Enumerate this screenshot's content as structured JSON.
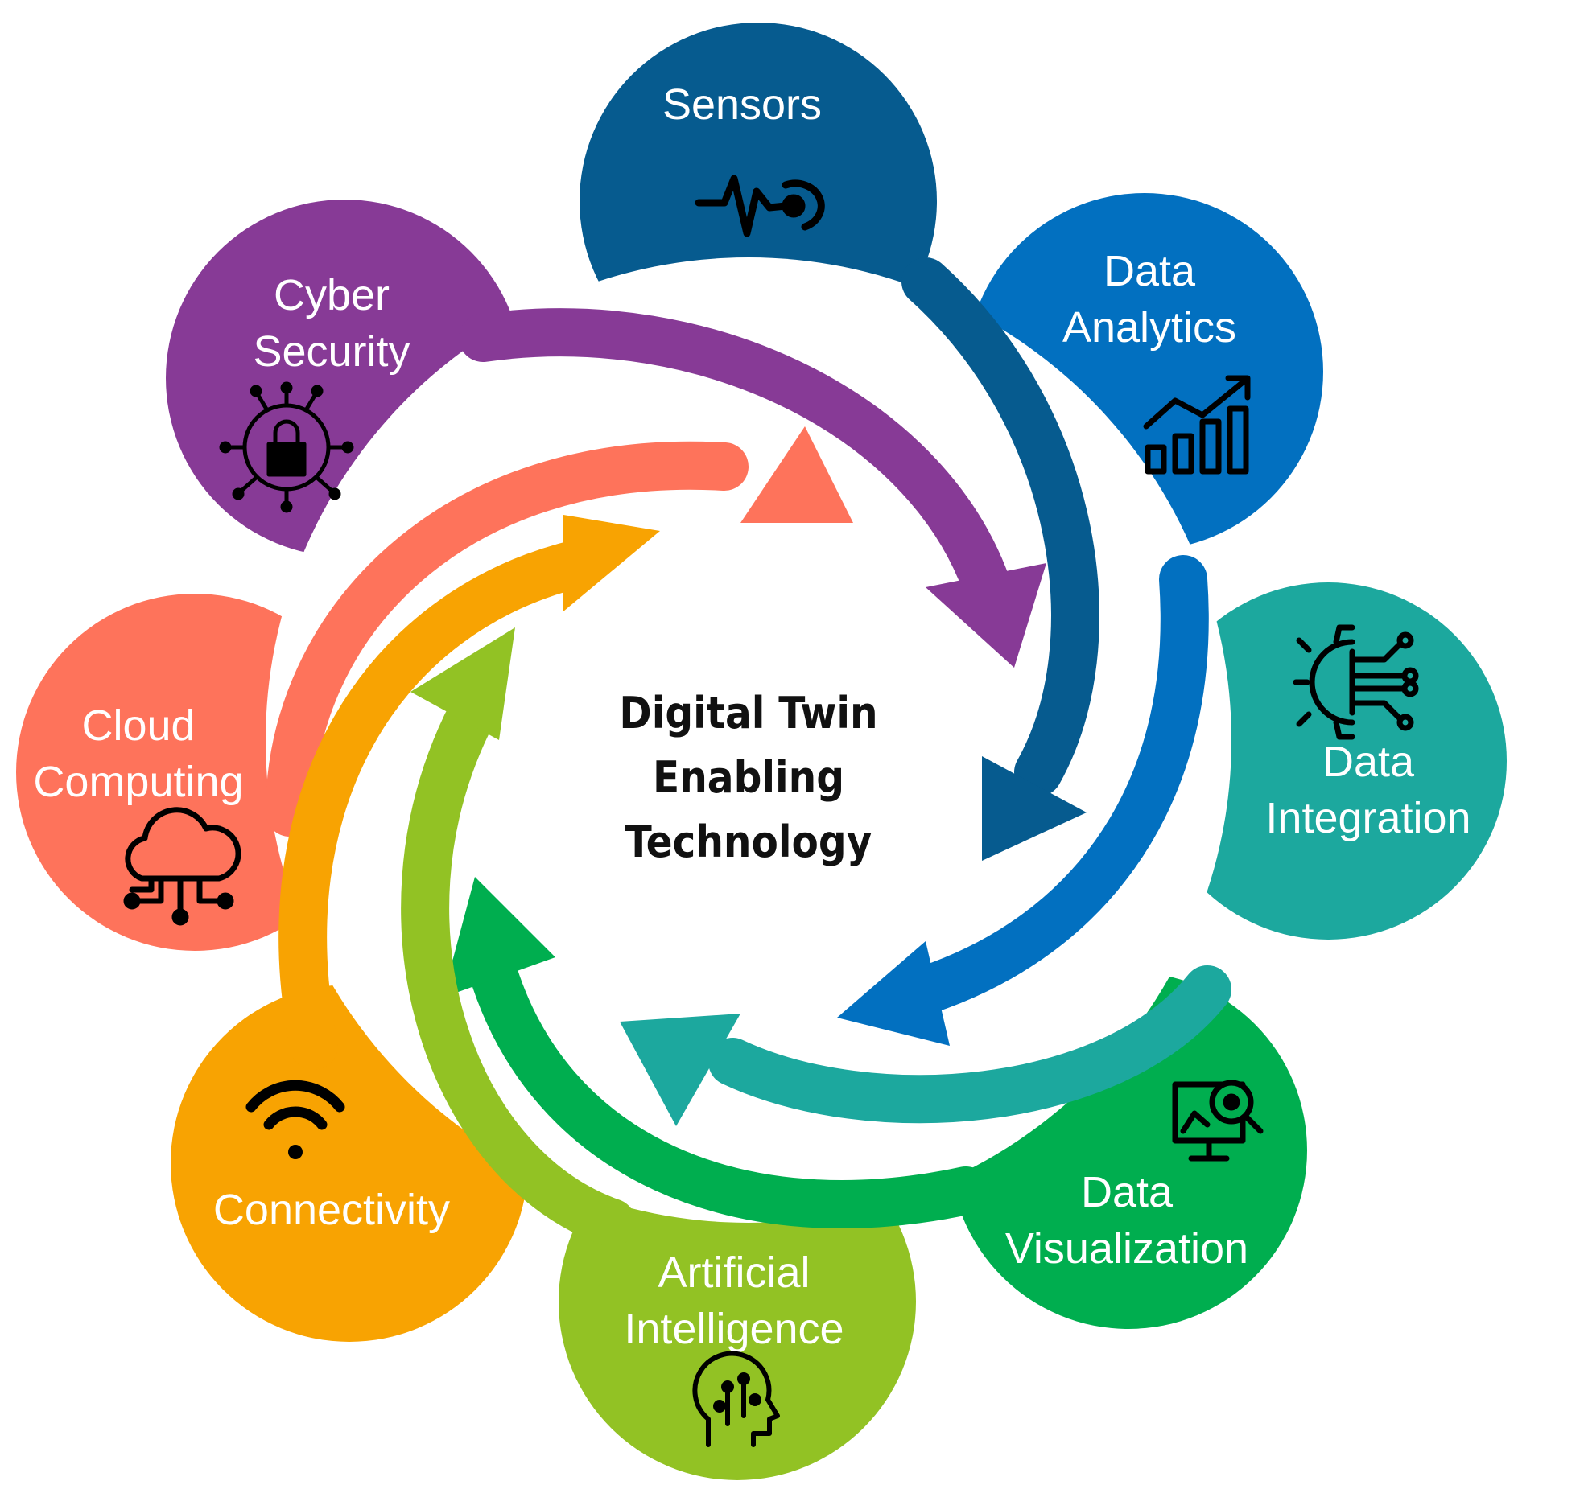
{
  "center": {
    "line1": "Digital Twin",
    "line2": "Enabling",
    "line3": "Technology"
  },
  "nodes": [
    {
      "key": "sensors",
      "line1": "Sensors",
      "line2": "",
      "color": "#065b8f",
      "icon": "pulse-sensor-icon"
    },
    {
      "key": "analytics",
      "line1": "Data",
      "line2": "Analytics",
      "color": "#0270c0",
      "icon": "growth-bar-chart-icon"
    },
    {
      "key": "integration",
      "line1": "Data",
      "line2": "Integration",
      "color": "#1ca89e",
      "icon": "gear-circuit-icon"
    },
    {
      "key": "visualization",
      "line1": "Data",
      "line2": "Visualization",
      "color": "#00ae4f",
      "icon": "monitor-magnifier-icon"
    },
    {
      "key": "ai",
      "line1": "Artificial",
      "line2": "Intelligence",
      "color": "#92c224",
      "icon": "brain-head-icon"
    },
    {
      "key": "connectivity",
      "line1": "Connectivity",
      "line2": "",
      "color": "#f8a302",
      "icon": "wifi-icon"
    },
    {
      "key": "cloud",
      "line1": "Cloud",
      "line2": "Computing",
      "color": "#fe735b",
      "icon": "cloud-network-icon"
    },
    {
      "key": "security",
      "line1": "Cyber",
      "line2": "Security",
      "color": "#873a96",
      "icon": "padlock-circuit-icon"
    }
  ]
}
